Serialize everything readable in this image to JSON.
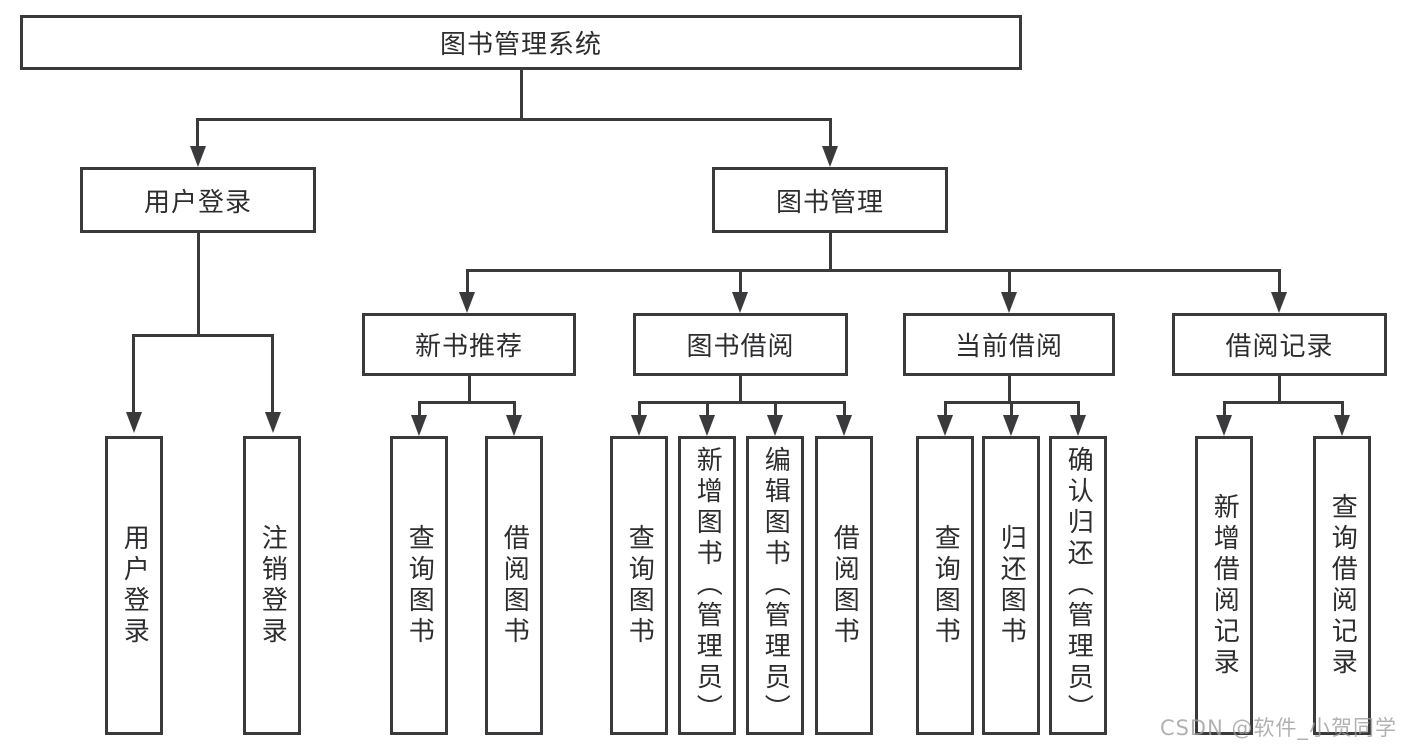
{
  "root": {
    "label": "图书管理系统"
  },
  "branches": [
    {
      "label": "用户登录",
      "children": [
        "用户登录",
        "注销登录"
      ]
    },
    {
      "label": "图书管理",
      "sections": [
        {
          "label": "新书推荐",
          "children": [
            "查询图书",
            "借阅图书"
          ]
        },
        {
          "label": "图书借阅",
          "children": [
            "查询图书",
            "新增图书（管理员）",
            "编辑图书（管理员）",
            "借阅图书"
          ]
        },
        {
          "label": "当前借阅",
          "children": [
            "查询图书",
            "归还图书",
            "确认归还（管理员）"
          ]
        },
        {
          "label": "借阅记录",
          "children": [
            "新增借阅记录",
            "查询借阅记录"
          ]
        }
      ]
    }
  ],
  "watermark": "CSDN @软件_小贺同学",
  "colors": {
    "line": "#3a3a3c",
    "text": "#2d2d2f",
    "watermark": "#9e9e9e",
    "background": "#ffffff"
  }
}
